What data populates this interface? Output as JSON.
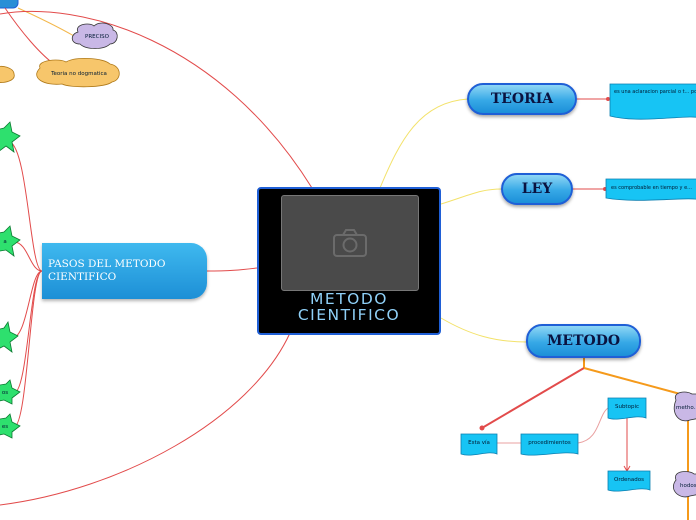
{
  "center": {
    "title": "METODO\nCIENTIFICO"
  },
  "branches": {
    "teoria": "TEORIA",
    "ley": "LEY",
    "metodo": "METODO",
    "pasos": "PASOS DEL METODO CIENTIFICO"
  },
  "notes": {
    "teoria_note": "es una aclaracion parcial o t... por medio de la experimenta...",
    "ley_note": "es comprobable en tiempo y e..."
  },
  "subtopics": {
    "preciso": "PRECISO",
    "teoria_no_dogmatica": "Teoria no dogmatica",
    "esta_via": "Esta vía",
    "procedimientos": "procedimientos",
    "subtopic": "Subtopic",
    "ordenados": "Ordenados",
    "methodos": "metho...",
    "hodos": "hodos"
  },
  "left_fragments": {
    "frag_a": "a",
    "frag_b": "os",
    "frag_c": "es"
  },
  "colors": {
    "pill_border": "#1f5fd6",
    "pill_fill": "#36a8e6",
    "center_bg": "#000000",
    "center_text": "#8fd0f7",
    "cloud_purple": "#c9b8e6",
    "cloud_orange": "#f7c66b",
    "star_green": "#2ee06e",
    "note_cyan": "#17c4f4",
    "link_red": "#e24b4b",
    "link_yellow": "#f3e26b",
    "link_orange": "#f59a1b"
  },
  "icons": [
    "camera-icon",
    "cloud-shape",
    "star-shape",
    "document-shape"
  ]
}
